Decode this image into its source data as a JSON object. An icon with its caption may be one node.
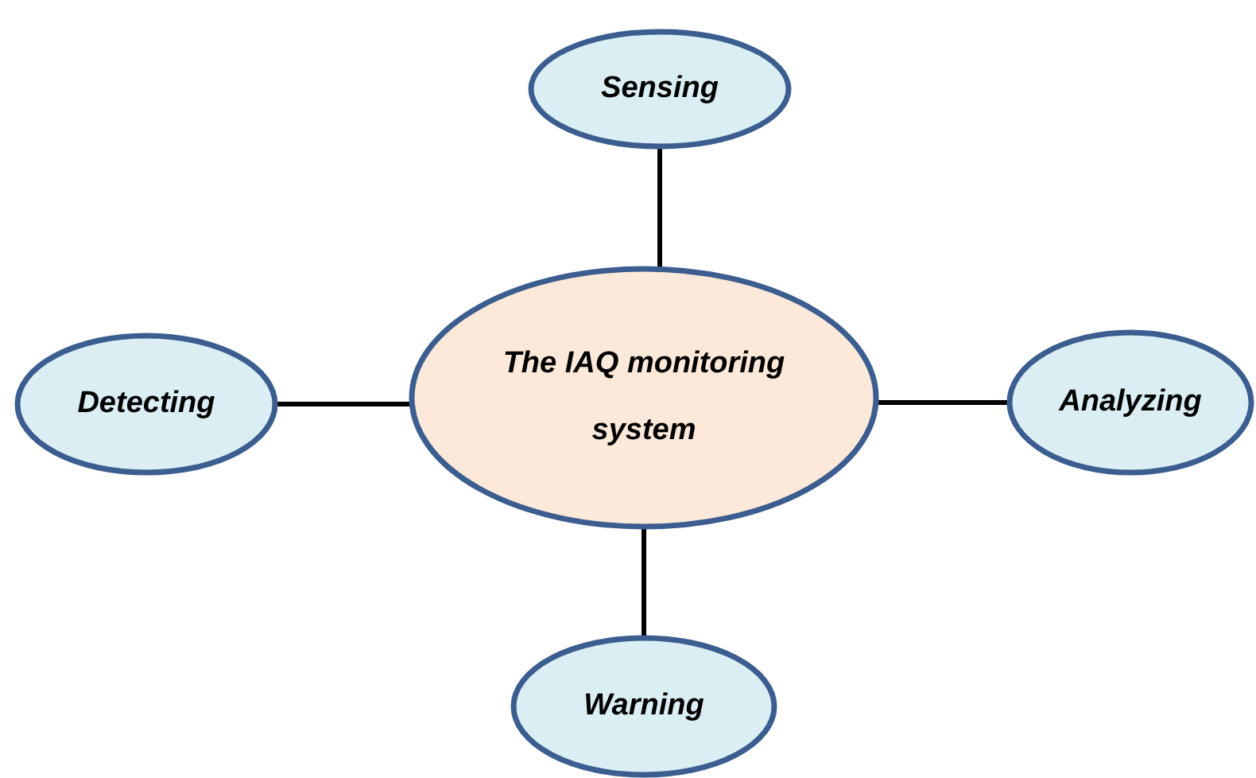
{
  "diagram": {
    "nodes": [
      {
        "text": [
          "The IAQ monitoring system"
        ]
      },
      {
        "text": [
          "Sensing"
        ]
      },
      {
        "text": [
          "Detecting"
        ]
      },
      {
        "text": [
          "Analyzing"
        ]
      },
      {
        "text": [
          "Warning"
        ]
      }
    ],
    "edges": [
      {
        "from": 0,
        "to": 1,
        "arrow": "none"
      },
      {
        "from": 0,
        "to": 2,
        "arrow": "none"
      },
      {
        "from": 0,
        "to": 3,
        "arrow": "none"
      },
      {
        "from": 0,
        "to": 4,
        "arrow": "none"
      }
    ]
  }
}
